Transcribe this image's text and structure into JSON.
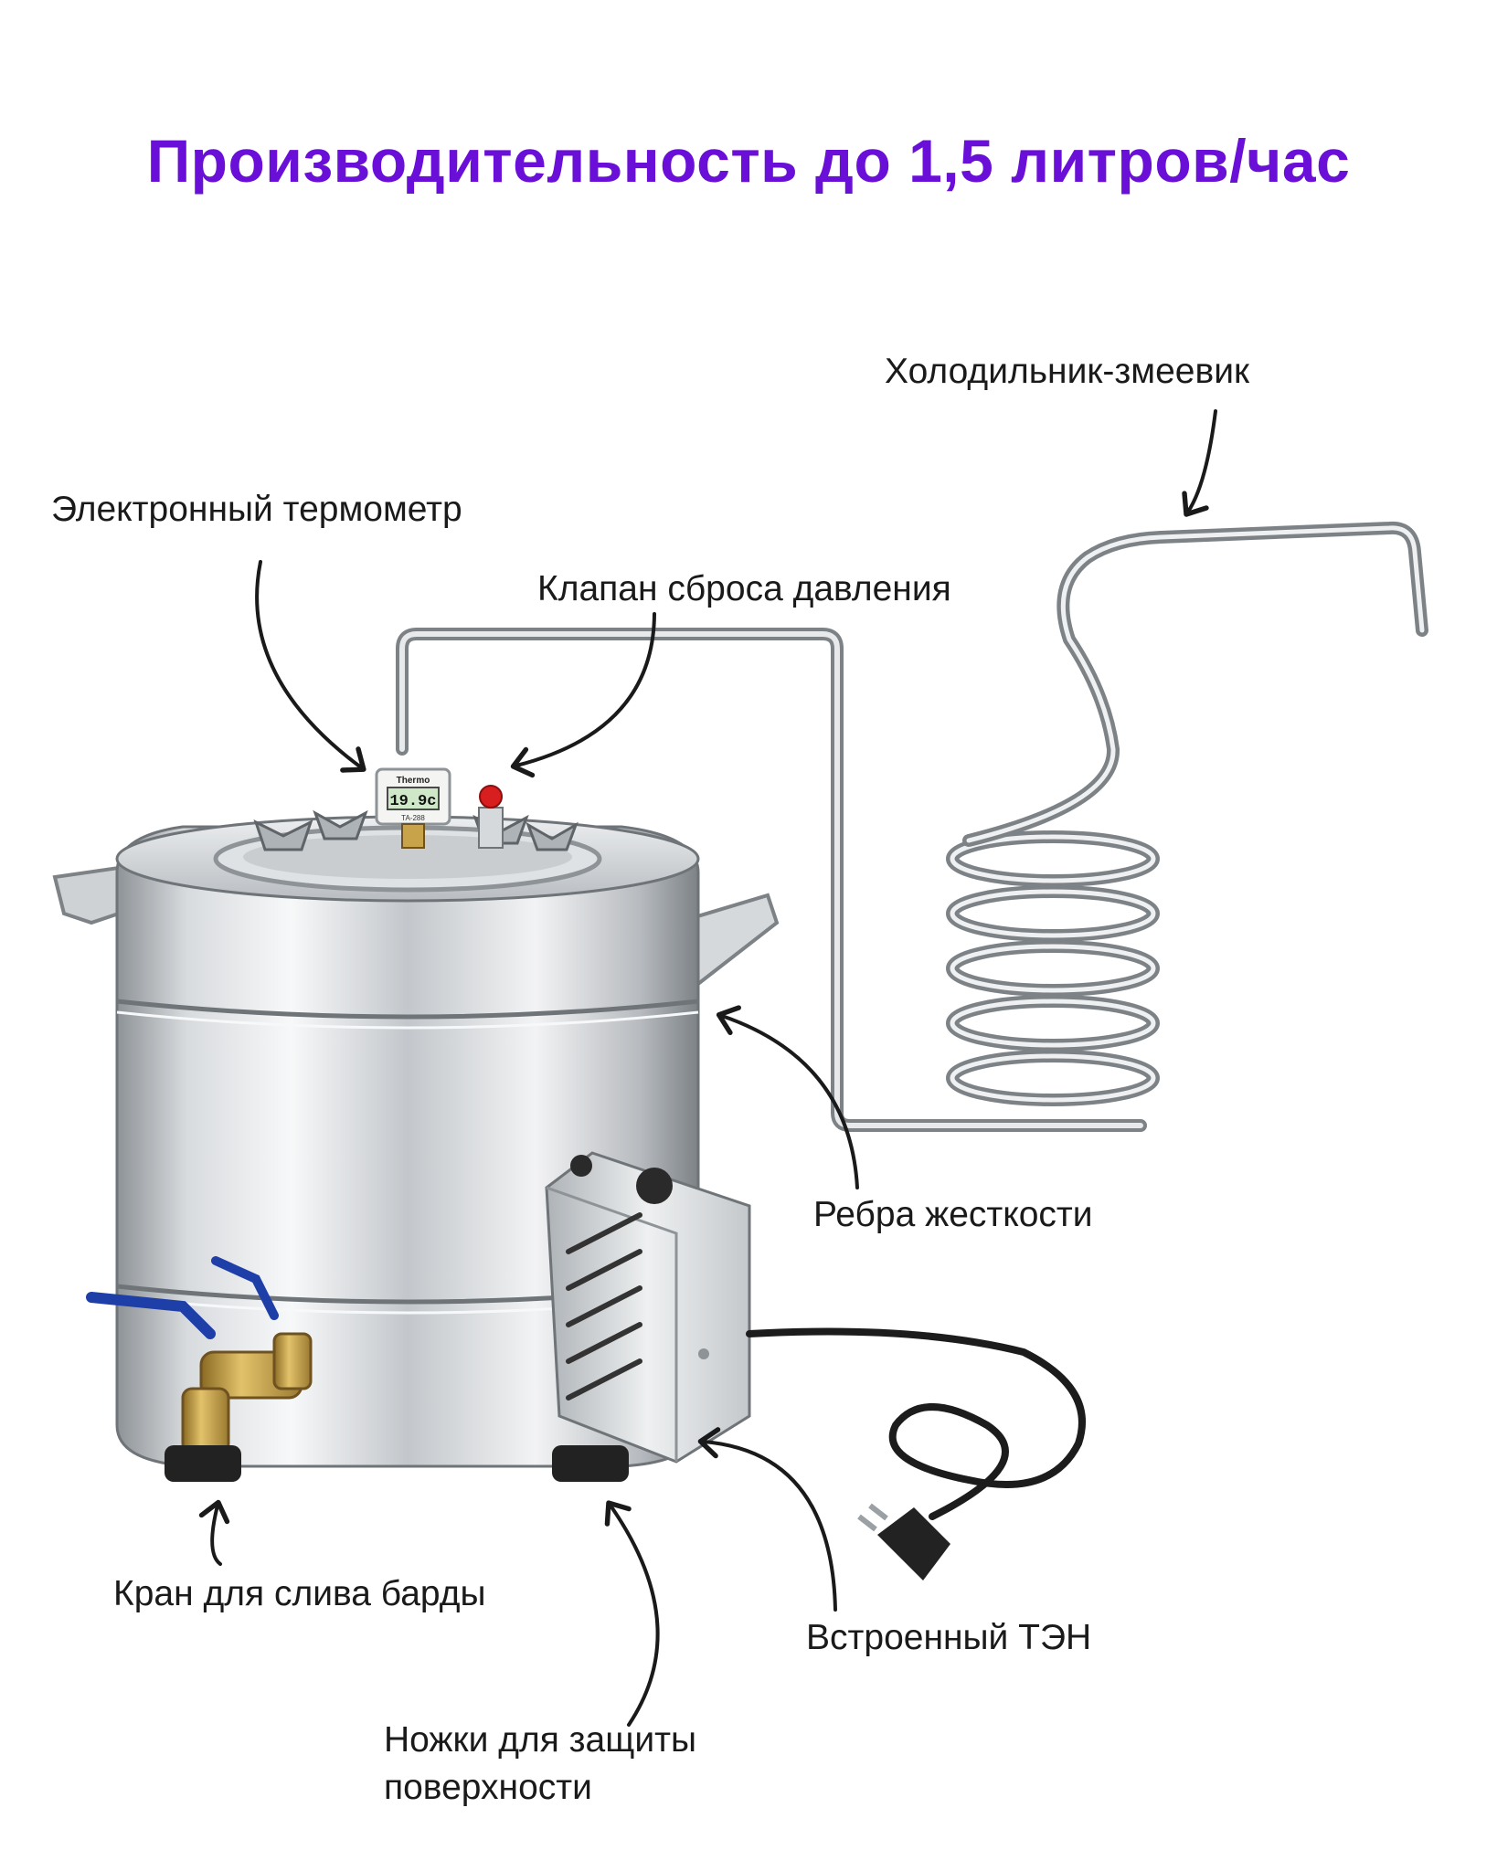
{
  "title": "Производительность до 1,5 литров/час",
  "colors": {
    "title": "#6a0fd8",
    "text": "#1a1a1a",
    "steel_light": "#f2f3f4",
    "steel_dark": "#8e9397",
    "thermometer_display": "#cfe8c8",
    "valve_red": "#d81e1e",
    "tap_brass": "#c9a34a",
    "tap_handle_blue": "#1f3fa8",
    "feet": "#222222",
    "cable": "#1c1c1c"
  },
  "labels": {
    "cooler": "Холодильник-змеевик",
    "thermometer": "Электронный термометр",
    "valve": "Клапан сброса давления",
    "ribs": "Ребра жесткости",
    "tap": "Кран для слива барды",
    "heater": "Встроенный ТЭН",
    "feet_line1": "Ножки для защиты",
    "feet_line2": "поверхности"
  },
  "thermometer": {
    "brand": "Thermo",
    "reading": "19.9c",
    "model": "TA-288"
  }
}
